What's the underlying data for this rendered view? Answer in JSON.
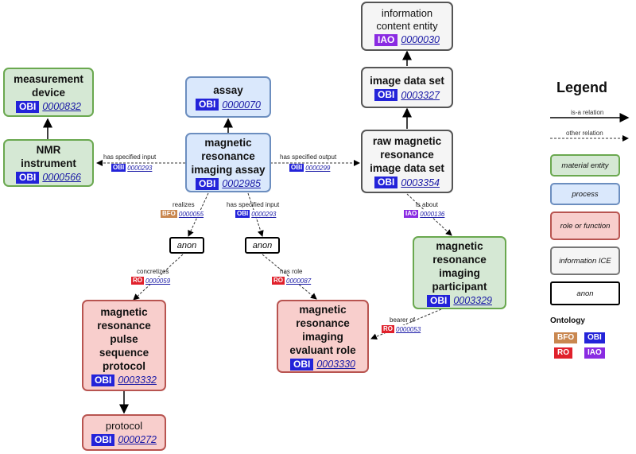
{
  "nodes": {
    "measurement_device": {
      "label": "measurement device",
      "ontology": "OBI",
      "id": "0000832"
    },
    "nmr_instrument": {
      "label": "NMR instrument",
      "ontology": "OBI",
      "id": "0000566"
    },
    "assay": {
      "label": "assay",
      "ontology": "OBI",
      "id": "0000070"
    },
    "mri_assay": {
      "label": "magnetic resonance imaging assay",
      "ontology": "OBI",
      "id": "0002985"
    },
    "information_content_entity": {
      "label": "information content entity",
      "ontology": "IAO",
      "id": "0000030"
    },
    "image_data_set": {
      "label": "image data set",
      "ontology": "OBI",
      "id": "0003327"
    },
    "raw_mr_image_data_set": {
      "label": "raw magnetic resonance image data set",
      "ontology": "OBI",
      "id": "0003354"
    },
    "anon_left": {
      "label": "anon"
    },
    "anon_mid": {
      "label": "anon"
    },
    "mr_imaging_participant": {
      "label": "magnetic resonance imaging participant",
      "ontology": "OBI",
      "id": "0003329"
    },
    "mr_pulse_sequence_protocol": {
      "label": "magnetic resonance pulse sequence protocol",
      "ontology": "OBI",
      "id": "0003332"
    },
    "mr_imaging_evaluant_role": {
      "label": "magnetic resonance imaging evaluant role",
      "ontology": "OBI",
      "id": "0003330"
    },
    "protocol": {
      "label": "protocol",
      "ontology": "OBI",
      "id": "0000272"
    }
  },
  "edges": {
    "has_specified_input_left": {
      "label": "has specified input",
      "ontology": "OBI",
      "id": "0000293"
    },
    "has_specified_output": {
      "label": "has specified output",
      "ontology": "OBI",
      "id": "0000299"
    },
    "realizes": {
      "label": "realizes",
      "ontology": "BFO",
      "id": "0000055"
    },
    "has_specified_input_mid": {
      "label": "has specified input",
      "ontology": "OBI",
      "id": "0000293"
    },
    "is_about": {
      "label": "is about",
      "ontology": "IAO",
      "id": "0000136"
    },
    "concretizes": {
      "label": "concretizes",
      "ontology": "RO",
      "id": "0000059"
    },
    "has_role": {
      "label": "has role",
      "ontology": "RO",
      "id": "0000087"
    },
    "bearer_of": {
      "label": "bearer of",
      "ontology": "RO",
      "id": "0000053"
    }
  },
  "legend": {
    "title": "Legend",
    "is_a": "is-a relation",
    "other": "other relation",
    "material": "material entity",
    "process": "process",
    "role": "role or function",
    "ice": "information ICE",
    "anon": "anon",
    "ontology_title": "Ontology",
    "ontologies": [
      "BFO",
      "OBI",
      "RO",
      "IAO"
    ]
  },
  "colors": {
    "OBI": "#2323d9",
    "IAO": "#8a2be2",
    "BFO": "#c9874f",
    "RO": "#e0202b",
    "material": "#d5e8d4",
    "process": "#dae8fc",
    "role": "#f8cecc",
    "ice": "#f5f5f5"
  }
}
